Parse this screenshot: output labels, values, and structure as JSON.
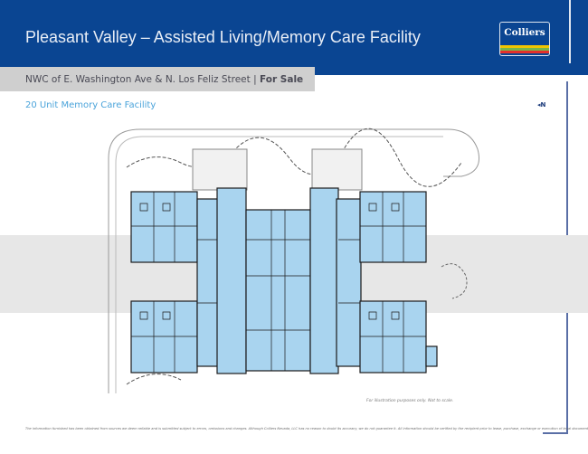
{
  "header": {
    "title": "Pleasant Valley – Assisted Living/Memory Care Facility",
    "logo_text": "Colliers",
    "logo_colors": [
      "#f2c500",
      "#7ab648",
      "#e4312b"
    ]
  },
  "subheader": {
    "location": "NWC of E. Washington Ave & N. Los Feliz Street",
    "separator": "|",
    "status": "For Sale"
  },
  "section_title": "20 Unit Memory Care Facility",
  "compass": "◂N",
  "plan": {
    "note": "For illustration purposes only. Not to scale.",
    "fill_color": "#a9d4ef",
    "wall_color": "#1b1b1b"
  },
  "footer": {
    "disclaimer": "The information furnished has been obtained from sources we deem reliable and is submitted subject to errors, omissions and changes. Although Colliers Nevada, LLC has no reason to doubt its accuracy, we do not guarantee it. All information should be verified by the recipient prior to lease, purchase, exchange or execution of legal documents."
  }
}
